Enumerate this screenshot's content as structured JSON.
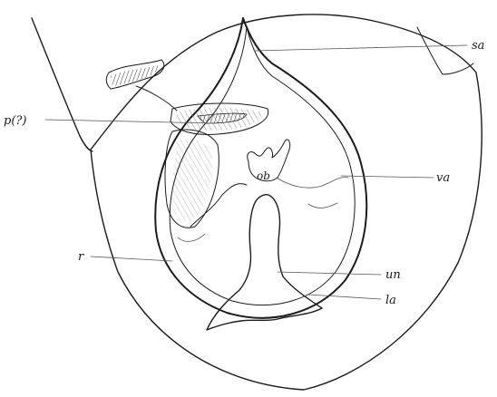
{
  "figure": {
    "labels": {
      "sa": "sa",
      "p": "p(?)",
      "va": "va",
      "ob": "ob",
      "r": "r",
      "un": "un",
      "la": "la"
    }
  }
}
